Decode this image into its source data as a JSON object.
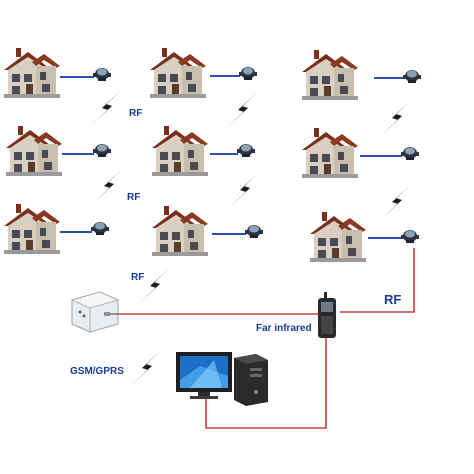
{
  "labels": {
    "rf_1": "RF",
    "rf_2": "RF",
    "rf_3": "RF",
    "rf_main": "RF",
    "far_infrared": "Far infrared",
    "gsm_gprs": "GSM/GPRS"
  },
  "colors": {
    "label_blue": "#1a3a9a",
    "meter_link": "#2a4fb0",
    "red_cable": "#c8403a",
    "roof": "#8a3a22",
    "wall": "#d8cfc0",
    "lightning": "#222222"
  },
  "icons": {
    "house": "house-icon",
    "water_meter": "water-meter-icon",
    "wireless": "lightning-bolt-icon",
    "concentrator": "concentrator-icon",
    "handheld": "handheld-reader-icon",
    "monitor": "monitor-icon",
    "pc_tower": "pc-tower-icon"
  }
}
